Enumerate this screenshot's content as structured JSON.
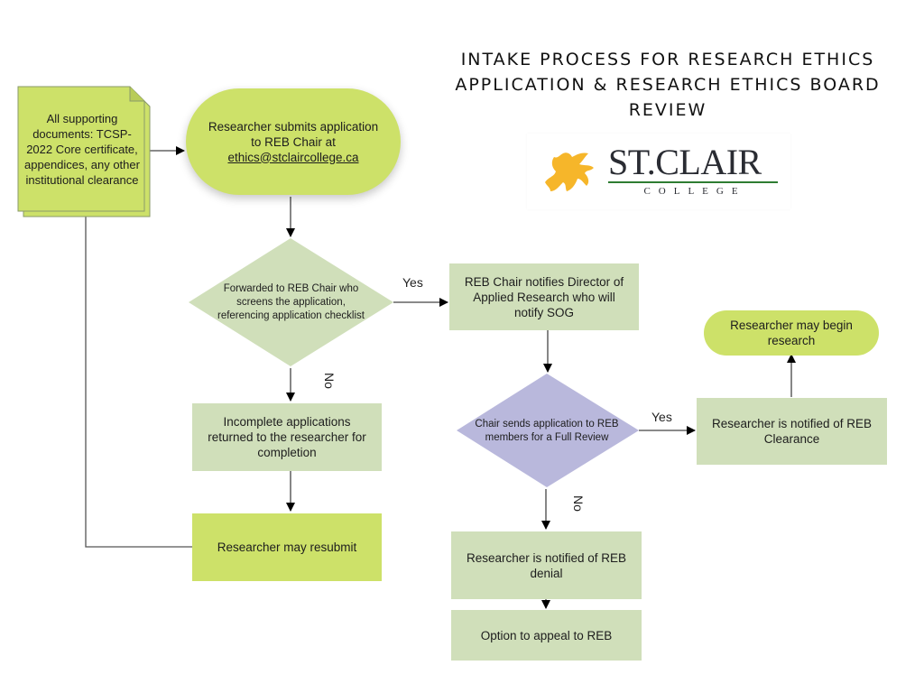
{
  "title": {
    "line1": "INTAKE PROCESS FOR RESEARCH ETHICS",
    "line2": "APPLICATION & RESEARCH ETHICS BOARD",
    "line3": "REVIEW"
  },
  "logo": {
    "name": "ST.CLAIR",
    "subtitle": "COLLEGE",
    "icon": "griffin-icon"
  },
  "colors": {
    "lime": "#cde169",
    "sage": "#d0dfba",
    "lavender": "#b9b8dc",
    "logo_gold": "#f6b62a",
    "logo_rule": "#2e7d32"
  },
  "nodes": {
    "documents": "All supporting documents: TCSP-2022 Core certificate, appendices, any other institutional clearance",
    "submit": {
      "text": "Researcher submits application to REB Chair at",
      "email": "ethics@stclaircollege.ca"
    },
    "screen_decision": "Forwarded to REB Chair who screens the application, referencing application checklist",
    "notify_director": "REB Chair notifies Director of Applied Research who will notify SOG",
    "incomplete": "Incomplete applications returned to the researcher for completion",
    "resubmit": "Researcher may resubmit",
    "full_review_decision": "Chair sends application to REB members for a Full Review",
    "clearance": "Researcher is notified of REB Clearance",
    "begin_research": "Researcher may begin research",
    "denial": "Researcher is notified of REB denial",
    "appeal": "Option to appeal to REB"
  },
  "edge_labels": {
    "screen_yes": "Yes",
    "screen_no": "No",
    "review_yes": "Yes",
    "review_no": "No"
  }
}
